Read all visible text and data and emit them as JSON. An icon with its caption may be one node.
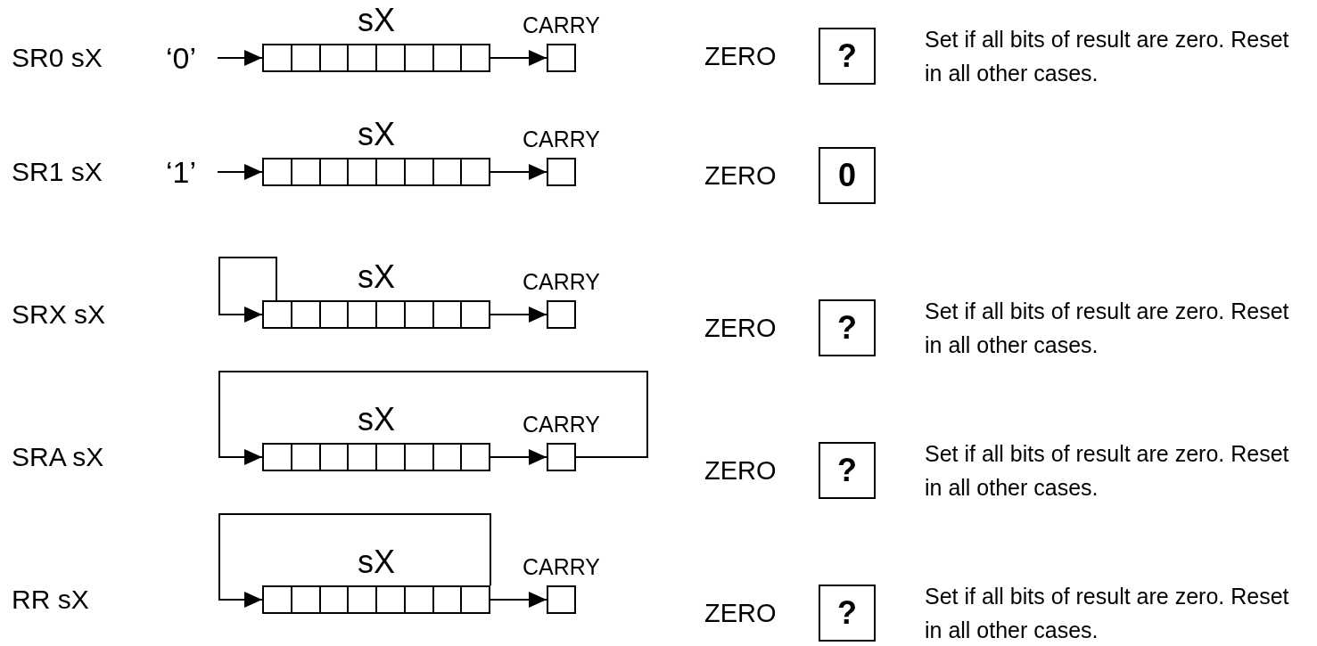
{
  "diagram": {
    "nodes": [
      {
        "text": [
          "‘0’"
        ]
      },
      {
        "text": [
          "sX"
        ]
      },
      {
        "text": [
          "CARRY"
        ]
      },
      {
        "text": [
          "?"
        ],
        "beside": [
          "ZERO",
          "Set if all bits of result are zero. Reset in all other cases."
        ]
      },
      {
        "text": [
          "‘1’"
        ]
      },
      {
        "text": [
          "sX"
        ]
      },
      {
        "text": [
          "CARRY"
        ]
      },
      {
        "text": [
          "0"
        ],
        "beside": [
          "ZERO"
        ]
      },
      {
        "text": [
          "sX"
        ]
      },
      {
        "text": [
          "CARRY"
        ]
      },
      {
        "text": [
          "?"
        ],
        "beside": [
          "ZERO",
          "Set if all bits of result are zero. Reset in all other cases."
        ]
      },
      {
        "text": [
          "sX"
        ]
      },
      {
        "text": [
          "CARRY"
        ]
      },
      {
        "text": [
          "?"
        ],
        "beside": [
          "ZERO",
          "Set if all bits of result are zero. Reset in all other cases."
        ]
      },
      {
        "text": [
          "sX"
        ]
      },
      {
        "text": [
          "CARRY"
        ]
      },
      {
        "text": [
          "?"
        ],
        "beside": [
          "ZERO",
          "Set if all bits of result are zero. Reset in all other cases."
        ]
      }
    ],
    "edges": [
      {
        "from": 0,
        "to": 1,
        "arrow": "to"
      },
      {
        "from": 1,
        "to": 2,
        "arrow": "to"
      },
      {
        "from": 4,
        "to": 5,
        "arrow": "to"
      },
      {
        "from": 5,
        "to": 6,
        "arrow": "to"
      },
      {
        "from": 8,
        "to": 8,
        "arrow": "to"
      },
      {
        "from": 8,
        "to": 9,
        "arrow": "to"
      },
      {
        "from": 12,
        "to": 11,
        "arrow": "to"
      },
      {
        "from": 11,
        "to": 12,
        "arrow": "to"
      },
      {
        "from": 14,
        "to": 14,
        "arrow": "to"
      },
      {
        "from": 14,
        "to": 15,
        "arrow": "to"
      }
    ],
    "labels": [
      "SR0 sX",
      "SR1 sX",
      "SRX sX",
      "SRA sX",
      "RR sX"
    ]
  }
}
